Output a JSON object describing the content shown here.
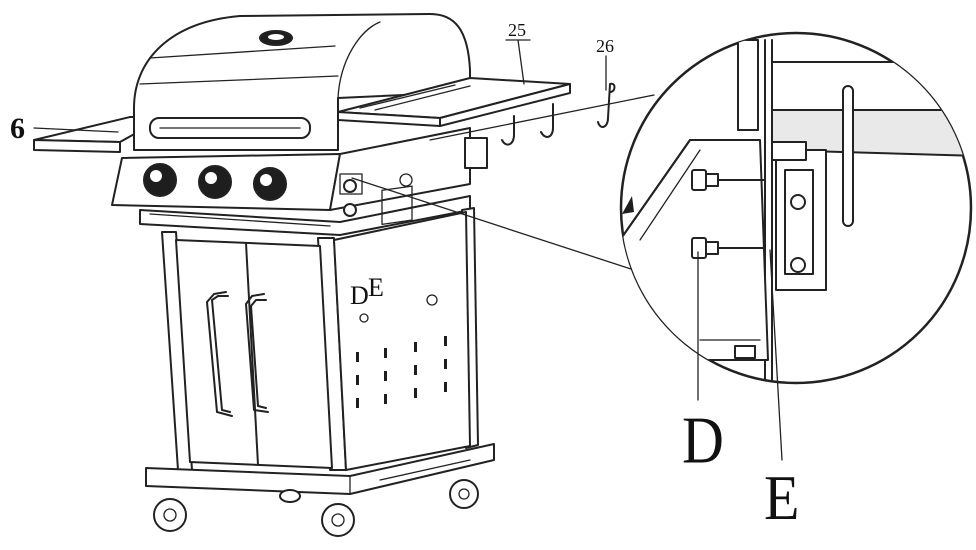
{
  "labels": {
    "part_6": "6",
    "part_25": "25",
    "part_26": "26",
    "main_d": "D",
    "main_e": "E",
    "detail_d": "D",
    "detail_e": "E"
  }
}
